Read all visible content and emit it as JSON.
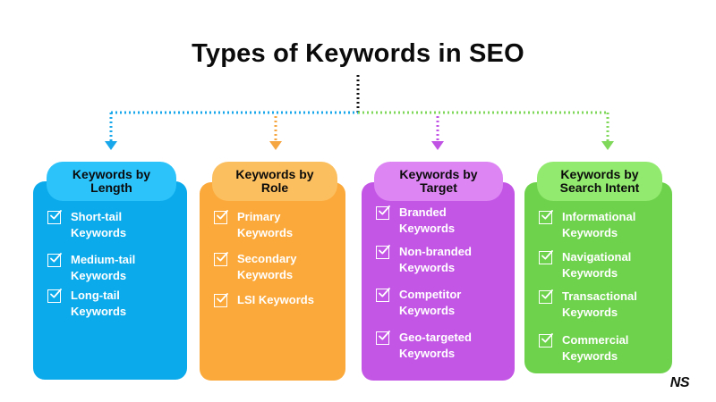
{
  "title": "Types of Keywords in SEO",
  "logo": "NS",
  "categories": [
    {
      "heading": [
        "Keywords by",
        "Length"
      ],
      "color": "#0aaaeb",
      "pill_color": "#2cc2fa",
      "items": [
        [
          "Short-tail",
          "Keywords"
        ],
        [
          "Medium-tail",
          "Keywords"
        ],
        [
          "Long-tail",
          "Keywords"
        ]
      ]
    },
    {
      "heading": [
        "Keywords by",
        "Role"
      ],
      "color": "#fba93a",
      "pill_color": "#fcbf5f",
      "items": [
        [
          "Primary",
          "Keywords"
        ],
        [
          "Secondary",
          "Keywords"
        ],
        [
          "LSI Keywords"
        ]
      ]
    },
    {
      "heading": [
        "Keywords by",
        "Target"
      ],
      "color": "#c456e6",
      "pill_color": "#dd86f3",
      "items": [
        [
          "Branded",
          "Keywords"
        ],
        [
          "Non-branded",
          "Keywords"
        ],
        [
          "Competitor",
          "Keywords"
        ],
        [
          "Geo-targeted",
          "Keywords"
        ]
      ]
    },
    {
      "heading": [
        "Keywords by",
        "Search Intent"
      ],
      "color": "#6fd24d",
      "pill_color": "#92ea6f",
      "items": [
        [
          "Informational",
          "Keywords"
        ],
        [
          "Navigational",
          "Keywords"
        ],
        [
          "Transactional",
          "Keywords"
        ],
        [
          "Commercial",
          "Keywords"
        ]
      ]
    }
  ]
}
